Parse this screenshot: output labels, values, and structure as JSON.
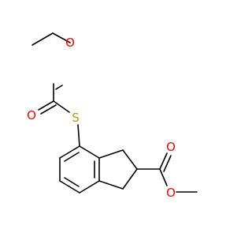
{
  "atoms": {
    "S": {
      "symbol": "S",
      "color": "#b2a200"
    },
    "O_ester": {
      "symbol": "O",
      "color": "#ff0000"
    },
    "O_carbonyl": {
      "symbol": "O",
      "color": "#ff0000"
    },
    "O_carbonyl2": {
      "symbol": "O",
      "color": "#ff0000"
    },
    "O_methoxy": {
      "symbol": "O",
      "color": "#ff0000"
    }
  },
  "bond_color": "#000000"
}
